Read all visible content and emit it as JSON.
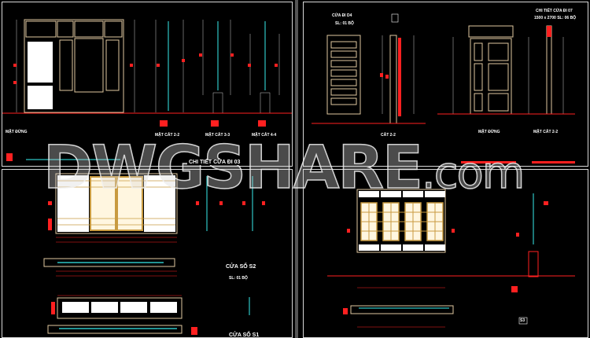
{
  "colors": {
    "background": "#000000",
    "frame": "#e0c9a0",
    "dimension": "#ff2020",
    "glass": "#2ec4c4",
    "panel_fill": "#ffffff",
    "wood": "#c89a40"
  },
  "panels": {
    "top_left": {
      "labels": [
        "MẶT ĐỨNG",
        "MẶT CẮT 2-2",
        "MẶT CẮT 3-3",
        "MẶT CẮT 4-4",
        "CHI TIẾT CỬA ĐI 03"
      ]
    },
    "top_right": {
      "title1": "CỬA ĐI D4",
      "sub1": "SL: 01 BỘ",
      "title2": "CHI TIẾT CỬA ĐI 07",
      "sub2": "1500 x 2700 SL: 06 BỘ",
      "labels": [
        "CẮT 2-2",
        "MẶT ĐỨNG",
        "MẶT CẮT 2-2"
      ]
    },
    "bottom_left": {
      "title1": "CỬA SỔ S2",
      "sub1": "SL: 01 BỘ",
      "title2": "CỬA SỔ S1"
    },
    "bottom_right": {
      "tag": "S3"
    }
  },
  "watermark": {
    "main": "DWGSHARE",
    "suffix": ".com"
  }
}
